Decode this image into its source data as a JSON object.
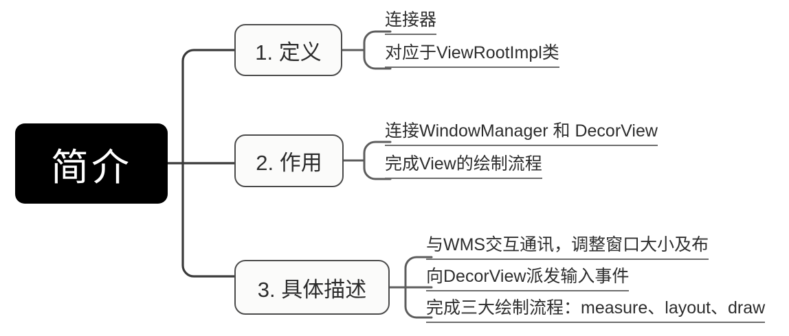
{
  "diagram": {
    "title": "简介",
    "background_color": "#ffffff",
    "root": {
      "label": "简介",
      "fill_color": "#000000",
      "text_color": "#ffffff"
    },
    "branch_style": {
      "fill_color": "#fbfbfa",
      "border_color": "#4a4a4a",
      "text_color": "#2b2b2b"
    },
    "leaf_style": {
      "text_color": "#2d2d2d",
      "underline_color": "#6b6b6b"
    },
    "connector_color": "#3a3a3a",
    "branches": [
      {
        "label": "1. 定义",
        "leaves": [
          {
            "text": "连接器"
          },
          {
            "text": "对应于ViewRootImpl类"
          }
        ]
      },
      {
        "label": "2. 作用",
        "leaves": [
          {
            "text": "连接WindowManager 和 DecorView"
          },
          {
            "text": "完成View的绘制流程"
          }
        ]
      },
      {
        "label": "3. 具体描述",
        "leaves": [
          {
            "text": "与WMS交互通讯，调整窗口大小及布"
          },
          {
            "text": "向DecorView派发输入事件"
          },
          {
            "text": "完成三大绘制流程：measure、layout、draw"
          }
        ]
      }
    ]
  }
}
